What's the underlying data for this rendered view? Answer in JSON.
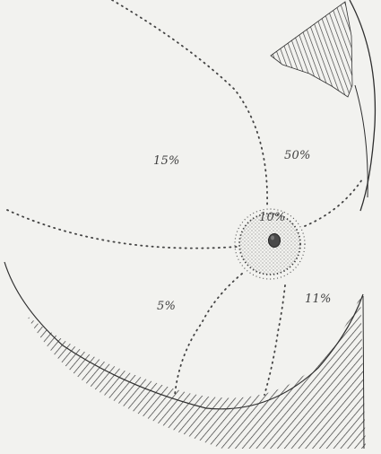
{
  "quadrants": {
    "upper_outer": "15%",
    "upper_inner": "50%",
    "central": "10%",
    "lower_outer": "5%",
    "lower_inner": "11%"
  },
  "colors": {
    "background": "#f2f2ef",
    "ink": "#3f3f3f"
  }
}
